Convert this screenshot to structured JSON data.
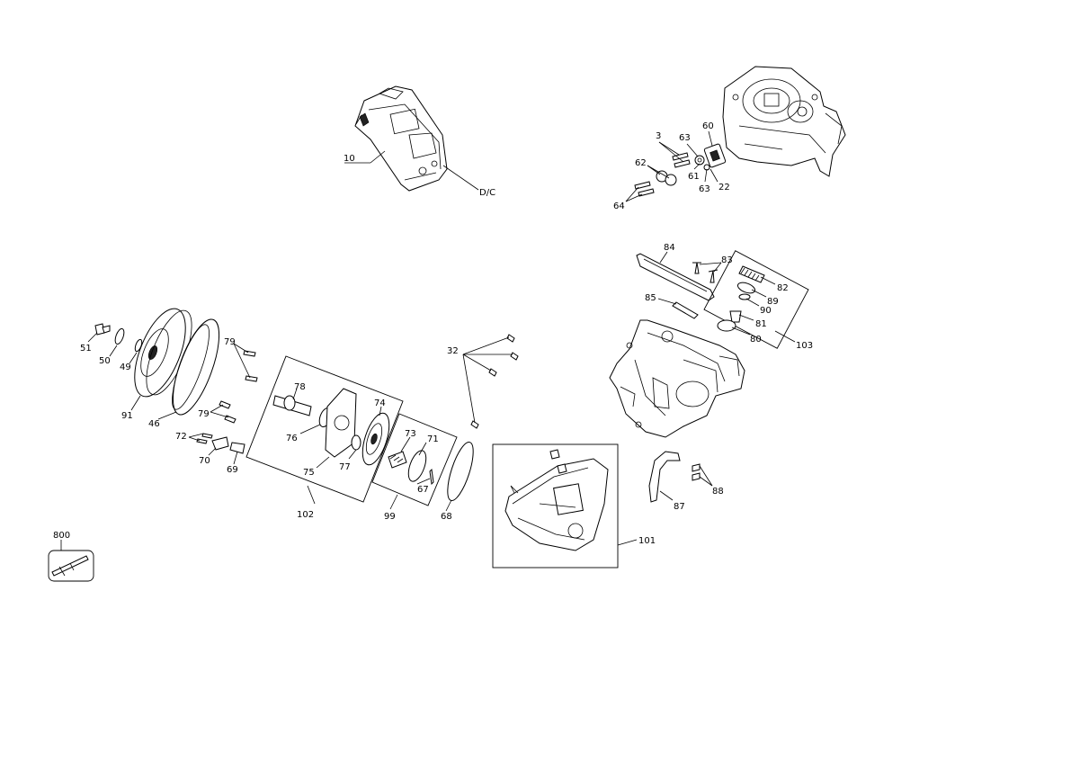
{
  "parts": {
    "p10": "10",
    "pdc": "D/C",
    "p3": "3",
    "p63a": "63",
    "p60": "60",
    "p62": "62",
    "p61": "61",
    "p63b": "63",
    "p22": "22",
    "p64": "64",
    "p84": "84",
    "p83": "83",
    "p82": "82",
    "p85": "85",
    "p89": "89",
    "p90": "90",
    "p81": "81",
    "p80": "80",
    "p103": "103",
    "p51": "51",
    "p50": "50",
    "p49": "49",
    "p91": "91",
    "p46": "46",
    "p79a": "79",
    "p79b": "79",
    "p72": "72",
    "p70": "70",
    "p69": "69",
    "p78": "78",
    "p76": "76",
    "p75": "75",
    "p77": "77",
    "p74": "74",
    "p73": "73",
    "p71": "71",
    "p67": "67",
    "p102": "102",
    "p99": "99",
    "p68": "68",
    "p32": "32",
    "p101": "101",
    "p87": "87",
    "p88": "88",
    "p800": "800"
  }
}
